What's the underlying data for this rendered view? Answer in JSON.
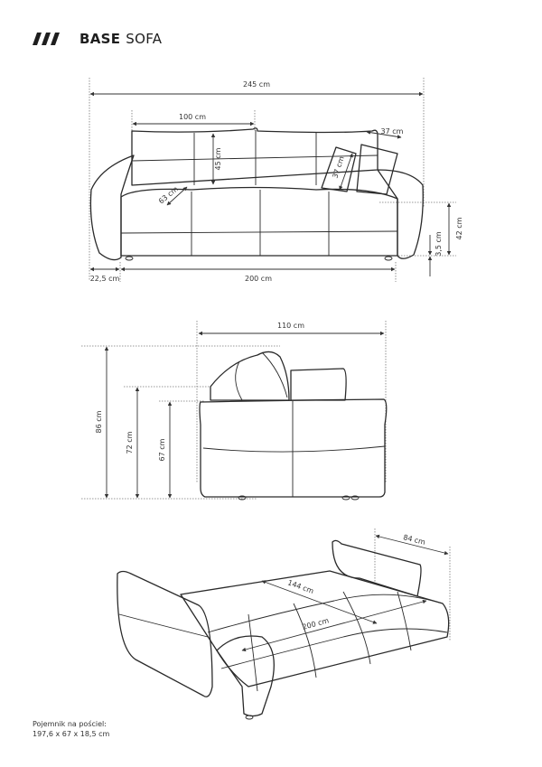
{
  "header": {
    "logo_icon": "triple-slash-logo-icon",
    "brand": "BASE",
    "product": "SOFA"
  },
  "front_view": {
    "overall_width": "245 cm",
    "backrest_section_width": "100 cm",
    "backrest_height": "45 cm",
    "pillow_width": "37 cm",
    "pillow_height": "37 cm",
    "seat_depth": "63 cm",
    "seat_height": "42 cm",
    "leg_height": "3,5 cm",
    "armrest_width": "22,5 cm",
    "seat_width": "200 cm"
  },
  "side_view": {
    "depth": "110 cm",
    "total_height": "86 cm",
    "backrest_height": "72 cm",
    "armrest_height": "67 cm"
  },
  "bed_view": {
    "sleeping_length": "200 cm",
    "sleeping_width": "144 cm",
    "backrest_depth": "84 cm"
  },
  "footnote": {
    "label": "Pojemnik na pościel:",
    "value": "197,6 x 67 x 18,5 cm"
  }
}
